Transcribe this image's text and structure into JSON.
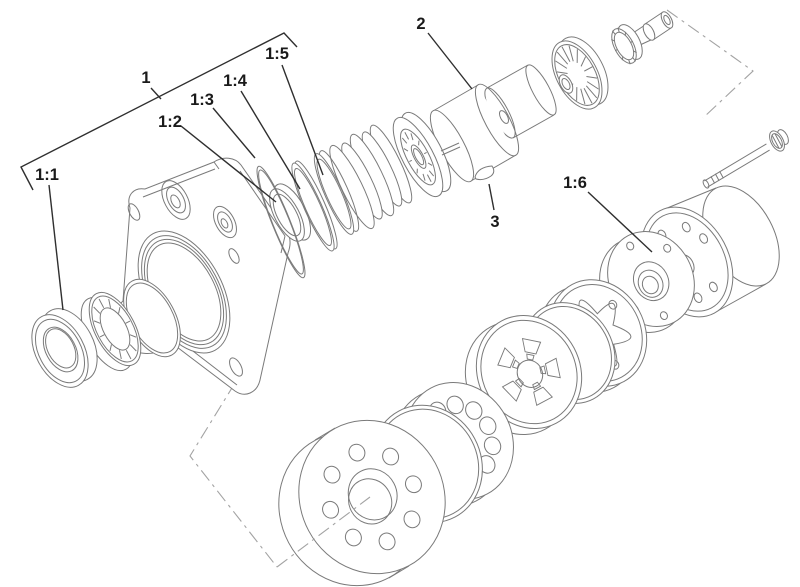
{
  "colors": {
    "background": "#ffffff",
    "artwork_line": "#7a7a7a",
    "callout_text": "#1a1a1a",
    "leader_line": "#2f2f2f",
    "phantom_line": "#a3a3a3"
  },
  "callouts": [
    {
      "label": "1"
    },
    {
      "label": "1:1"
    },
    {
      "label": "1:2"
    },
    {
      "label": "1:3"
    },
    {
      "label": "1:4"
    },
    {
      "label": "1:5"
    },
    {
      "label": "1:6"
    },
    {
      "label": "2"
    },
    {
      "label": "3"
    }
  ]
}
